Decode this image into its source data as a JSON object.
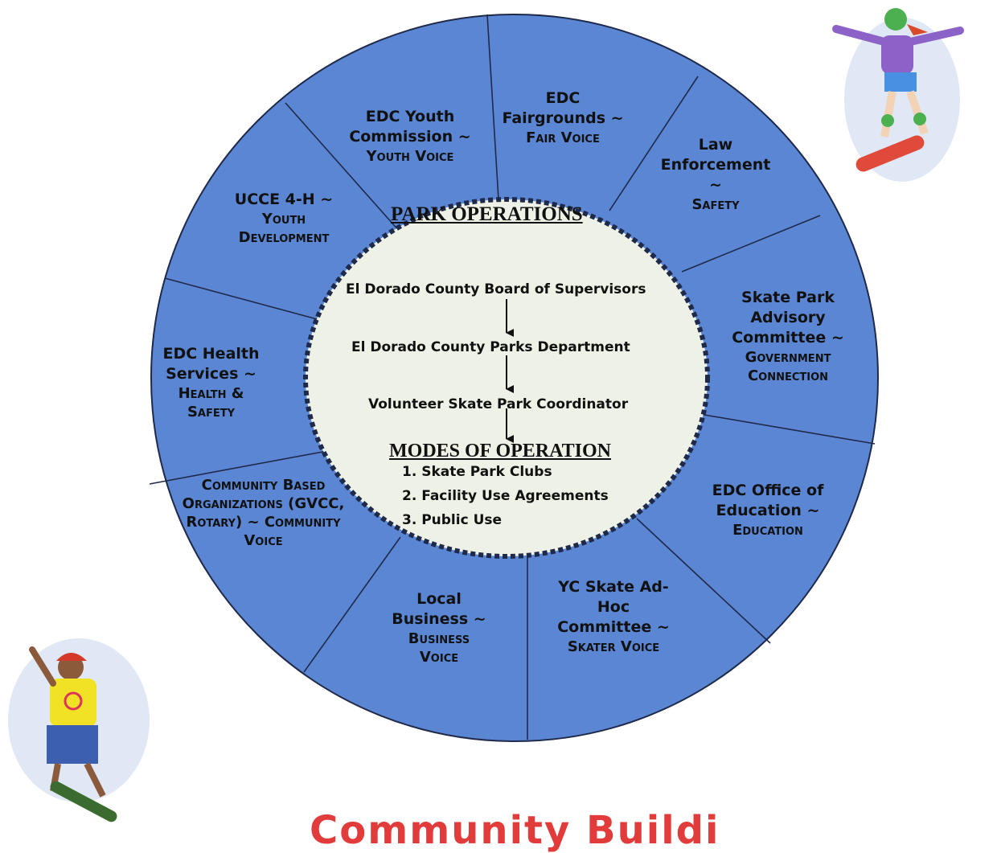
{
  "center": {
    "title": "PARK OPERATIONS",
    "chain": [
      "El Dorado County Board of Supervisors",
      "El Dorado County Parks Department",
      "Volunteer Skate Park Coordinator"
    ],
    "modes_title": "MODES OF OPERATION",
    "modes": [
      "1. Skate Park Clubs",
      "2. Facility Use Agreements",
      "3. Public Use"
    ]
  },
  "stakeholders": [
    {
      "name": "EDC Youth Commission ~",
      "voice": "Youth Voice"
    },
    {
      "name": "EDC Fairgrounds ~",
      "voice": "Fair Voice"
    },
    {
      "name": "Law Enforcement ~",
      "voice": "Safety"
    },
    {
      "name": "Skate Park Advisory Committee ~",
      "voice": "Government Connection"
    },
    {
      "name": "EDC Office of Education ~",
      "voice": "Education"
    },
    {
      "name": "YC Skate Ad-Hoc Committee ~",
      "voice": "Skater Voice"
    },
    {
      "name": "Local Business ~",
      "voice": "Business Voice"
    },
    {
      "name": "",
      "voice": "Community Based Organizations (GVCC, Rotary) ~ Community Voice"
    },
    {
      "name": "EDC Health Services ~",
      "voice": "Health & Safety"
    },
    {
      "name": "UCCE 4-H ~",
      "voice": "Youth Development"
    }
  ],
  "footer": {
    "text": "Community Buildi"
  },
  "colors": {
    "ring": "#5b86d3",
    "center": "#eef2e6",
    "footer": "#e23b3b"
  },
  "icons": [
    "skateboarder-girl-icon",
    "skateboarder-boy-icon"
  ]
}
